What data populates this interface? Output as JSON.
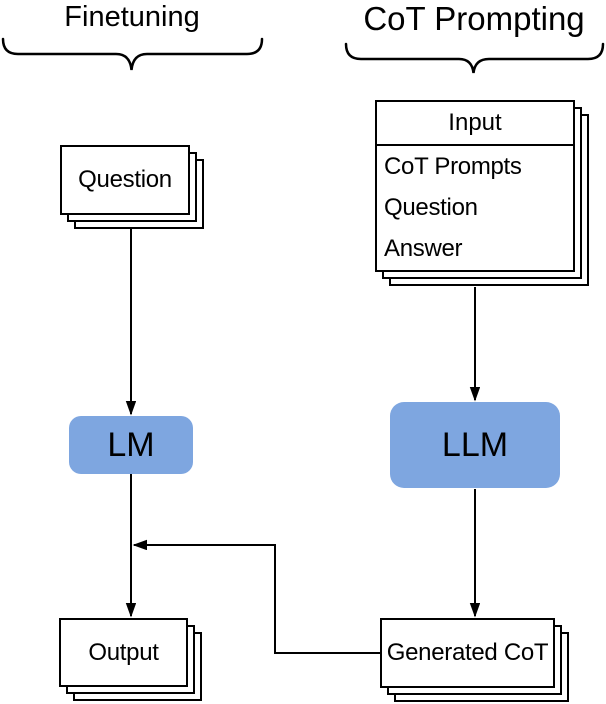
{
  "diagram": {
    "left_pipeline": {
      "title": "Finetuning",
      "question_label": "Question",
      "model_label": "LM",
      "output_label": "Output"
    },
    "right_pipeline": {
      "title": "CoT Prompting",
      "input_header": "Input",
      "input_items": [
        "CoT Prompts",
        "Question",
        "Answer"
      ],
      "model_label": "LLM",
      "output_label": "Generated CoT"
    },
    "colors": {
      "model_fill": "#7ea6e0",
      "line": "#000000",
      "background": "#ffffff"
    }
  }
}
